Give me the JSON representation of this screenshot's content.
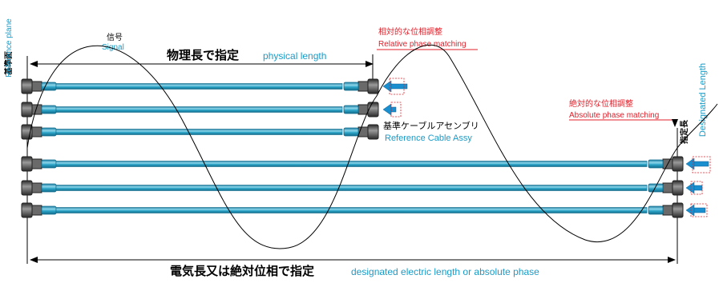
{
  "labels": {
    "reference_plane_jp": "基準面",
    "reference_plane_en": "Reference plane",
    "signal_jp": "信号",
    "signal_en": "Signal",
    "physical_jp": "物理長で指定",
    "physical_en": "physical length",
    "relative_jp": "相対的な位相調整",
    "relative_en": "Relative phase matching",
    "ref_cable_jp": "基準ケーブルアセンブリ",
    "ref_cable_en": "Reference Cable Assy",
    "absolute_jp": "絶対的な位相調整",
    "absolute_en": "Absolute phase matching",
    "designated_jp": "指定長",
    "designated_en": "Designated Length",
    "electric_jp": "電気長又は絶対位相で指定",
    "electric_en": "designated electric length or absolute phase"
  },
  "cables": {
    "short_count": 3,
    "long_count": 3
  },
  "colors": {
    "cable": "#2aa3c6",
    "cable_highlight": "#8fd6ea",
    "connector": "#555555",
    "english": "#1a9bc7",
    "red": "#e0202a",
    "arrow_blue": "#1a8fd0"
  }
}
